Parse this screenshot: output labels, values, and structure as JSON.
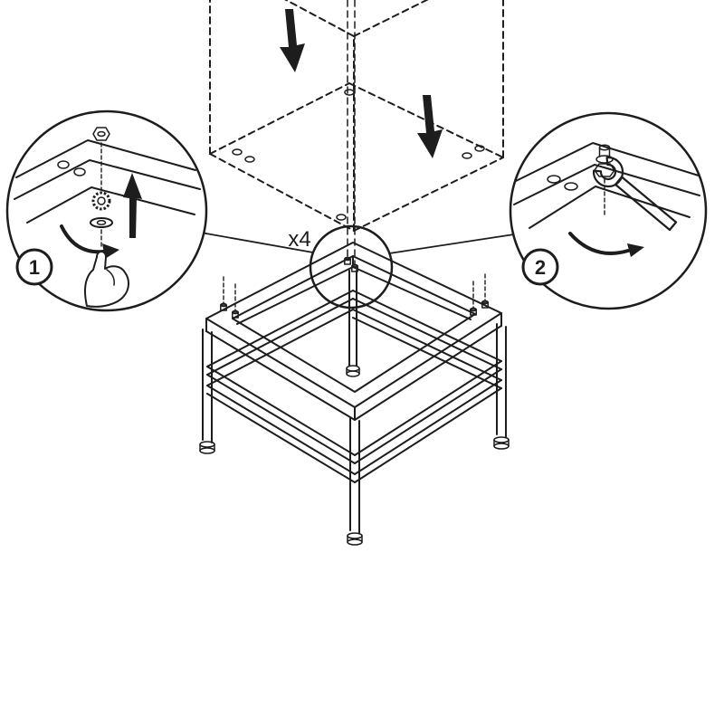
{
  "diagram": {
    "type": "assembly-instruction-step",
    "quantity_label": "x4",
    "callouts": [
      {
        "number": "1"
      },
      {
        "number": "2"
      }
    ],
    "icons": [
      "down-arrow",
      "hand",
      "wrench",
      "rotation-arrow",
      "star-washer",
      "flat-washer",
      "hex-nut"
    ],
    "colors": {
      "line": "#1d1d1d",
      "background": "#ffffff"
    }
  }
}
